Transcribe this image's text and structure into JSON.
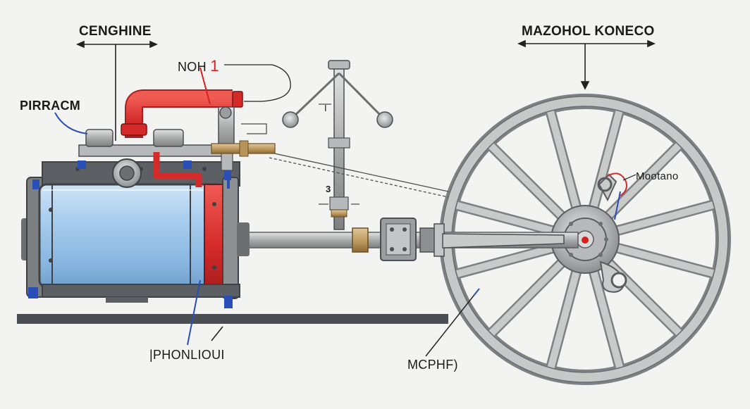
{
  "labels": {
    "top_left": "CENGHINE",
    "top_right": "MAZOHOL KONECO",
    "valve_text": "NOH",
    "valve_mark": "1",
    "left": "PIRRACM",
    "right": "Mootano",
    "bottom_left": "|PHONLIOUI",
    "bottom_mid": "MCPHF)",
    "governor_small_1": "I",
    "governor_small_2": "3"
  },
  "colors": {
    "background": "#f3f3f1",
    "cylinder_blue": "#9cc6ea",
    "pipe_red": "#d42a2a",
    "steel_gray": "#a9aaa9",
    "dark_steel": "#555a60",
    "brass": "#b8945a",
    "pointer_blue": "#2b4fb8",
    "pointer_red": "#d62020"
  },
  "diagram": {
    "wheel_spokes": 12
  }
}
